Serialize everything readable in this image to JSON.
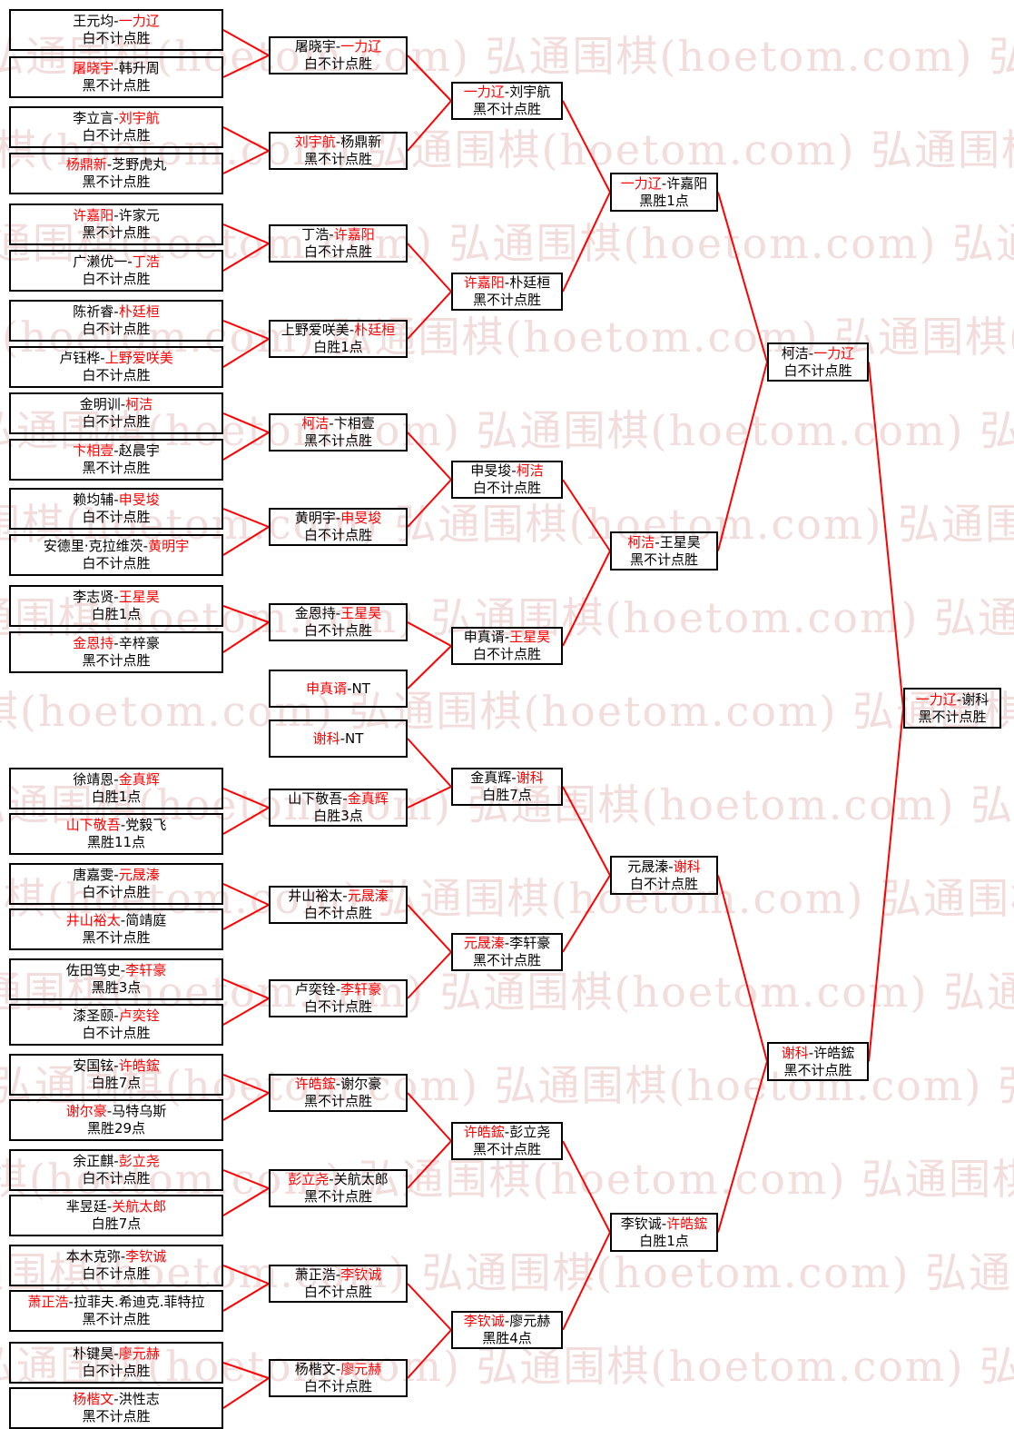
{
  "watermark": {
    "text": "弘通围棋(hoetom.com)"
  },
  "colors": {
    "background": "#ffffff",
    "text": "#000000",
    "border": "#000000",
    "line": "#ff0000",
    "highlight": "#ff0000",
    "watermark": "#f2dcdc"
  },
  "bracket": {
    "rounds": [
      {
        "name": "round-1",
        "matches": [
          {
            "p1": "王元均",
            "p2": "一力辽",
            "red": 2,
            "result": "白不计点胜",
            "src": []
          },
          {
            "p1": "屠晓宇",
            "p2": "韩升周",
            "red": 1,
            "result": "黑不计点胜",
            "src": []
          },
          {
            "p1": "李立言",
            "p2": "刘宇航",
            "red": 2,
            "result": "白不计点胜",
            "src": []
          },
          {
            "p1": "杨鼎新",
            "p2": "芝野虎丸",
            "red": 1,
            "result": "黑不计点胜",
            "src": []
          },
          {
            "p1": "许嘉阳",
            "p2": "许家元",
            "red": 1,
            "result": "黑不计点胜",
            "src": []
          },
          {
            "p1": "广濑优一",
            "p2": "丁浩",
            "red": 2,
            "result": "白不计点胜",
            "src": []
          },
          {
            "p1": "陈祈睿",
            "p2": "朴廷桓",
            "red": 2,
            "result": "白不计点胜",
            "src": []
          },
          {
            "p1": "卢钰桦",
            "p2": "上野爱咲美",
            "red": 2,
            "result": "白不计点胜",
            "src": []
          },
          {
            "p1": "金明训",
            "p2": "柯洁",
            "red": 2,
            "result": "白不计点胜",
            "src": []
          },
          {
            "p1": "卞相壹",
            "p2": "赵晨宇",
            "red": 1,
            "result": "黑不计点胜",
            "src": []
          },
          {
            "p1": "赖均辅",
            "p2": "申旻埈",
            "red": 2,
            "result": "白不计点胜",
            "src": []
          },
          {
            "p1": "安德里·克拉维茨",
            "p2": "黄明宇",
            "red": 2,
            "result": "白不计点胜",
            "src": []
          },
          {
            "p1": "李志贤",
            "p2": "王星昊",
            "red": 2,
            "result": "白胜1点",
            "src": []
          },
          {
            "p1": "金恩持",
            "p2": "辛梓豪",
            "red": 1,
            "result": "黑不计点胜",
            "src": []
          },
          {
            "p1": "徐靖恩",
            "p2": "金真辉",
            "red": 2,
            "result": "白胜1点",
            "src": []
          },
          {
            "p1": "山下敬吾",
            "p2": "党毅飞",
            "red": 1,
            "result": "黑胜11点",
            "src": []
          },
          {
            "p1": "唐嘉雯",
            "p2": "元晟溱",
            "red": 2,
            "result": "白不计点胜",
            "src": []
          },
          {
            "p1": "井山裕太",
            "p2": "简靖庭",
            "red": 1,
            "result": "黑不计点胜",
            "src": []
          },
          {
            "p1": "佐田笃史",
            "p2": "李轩豪",
            "red": 2,
            "result": "黑胜3点",
            "src": []
          },
          {
            "p1": "漆圣颐",
            "p2": "卢奕铨",
            "red": 2,
            "result": "白不计点胜",
            "src": []
          },
          {
            "p1": "安国铉",
            "p2": "许皓鋐",
            "red": 2,
            "result": "白胜7点",
            "src": []
          },
          {
            "p1": "谢尔豪",
            "p2": "马特乌斯",
            "red": 1,
            "result": "黑胜29点",
            "src": []
          },
          {
            "p1": "余正麒",
            "p2": "彭立尧",
            "red": 2,
            "result": "白不计点胜",
            "src": []
          },
          {
            "p1": "芈昱廷",
            "p2": "关航太郎",
            "red": 2,
            "result": "白胜7点",
            "src": []
          },
          {
            "p1": "本木克弥",
            "p2": "李钦诚",
            "red": 2,
            "result": "白不计点胜",
            "src": []
          },
          {
            "p1": "萧正浩",
            "p2": "拉菲夫.希迪克.菲特拉",
            "red": 1,
            "result": "黑不计点胜",
            "src": []
          },
          {
            "p1": "朴键昊",
            "p2": "廖元赫",
            "red": 2,
            "result": "白不计点胜",
            "src": []
          },
          {
            "p1": "杨楷文",
            "p2": "洪性志",
            "red": 1,
            "result": "黑不计点胜",
            "src": []
          }
        ]
      },
      {
        "name": "round-2",
        "matches": [
          {
            "p1": "屠晓宇",
            "p2": "一力辽",
            "red": 2,
            "result": "白不计点胜",
            "src": [
              0,
              1
            ]
          },
          {
            "p1": "刘宇航",
            "p2": "杨鼎新",
            "red": 1,
            "result": "黑不计点胜",
            "src": [
              2,
              3
            ]
          },
          {
            "p1": "丁浩",
            "p2": "许嘉阳",
            "red": 2,
            "result": "白不计点胜",
            "src": [
              4,
              5
            ]
          },
          {
            "p1": "上野爱咲美",
            "p2": "朴廷桓",
            "red": 2,
            "result": "白胜1点",
            "src": [
              6,
              7
            ]
          },
          {
            "p1": "柯洁",
            "p2": "卞相壹",
            "red": 1,
            "result": "黑不计点胜",
            "src": [
              8,
              9
            ]
          },
          {
            "p1": "黄明宇",
            "p2": "申旻埈",
            "red": 2,
            "result": "白不计点胜",
            "src": [
              10,
              11
            ]
          },
          {
            "p1": "金恩持",
            "p2": "王星昊",
            "red": 2,
            "result": "白不计点胜",
            "src": [
              12,
              13
            ]
          },
          {
            "p1": "申真谞",
            "p2": "NT",
            "red": 1,
            "result": "",
            "src": []
          },
          {
            "p1": "谢科",
            "p2": "NT",
            "red": 1,
            "result": "",
            "src": []
          },
          {
            "p1": "山下敬吾",
            "p2": "金真辉",
            "red": 2,
            "result": "白胜3点",
            "src": [
              14,
              15
            ]
          },
          {
            "p1": "井山裕太",
            "p2": "元晟溱",
            "red": 2,
            "result": "白不计点胜",
            "src": [
              16,
              17
            ]
          },
          {
            "p1": "卢奕铨",
            "p2": "李轩豪",
            "red": 2,
            "result": "白不计点胜",
            "src": [
              18,
              19
            ]
          },
          {
            "p1": "许皓鋐",
            "p2": "谢尔豪",
            "red": 1,
            "result": "黑不计点胜",
            "src": [
              20,
              21
            ]
          },
          {
            "p1": "彭立尧",
            "p2": "关航太郎",
            "red": 1,
            "result": "黑不计点胜",
            "src": [
              22,
              23
            ]
          },
          {
            "p1": "萧正浩",
            "p2": "李钦诚",
            "red": 2,
            "result": "白不计点胜",
            "src": [
              24,
              25
            ]
          },
          {
            "p1": "杨楷文",
            "p2": "廖元赫",
            "red": 2,
            "result": "白不计点胜",
            "src": [
              26,
              27
            ]
          }
        ]
      },
      {
        "name": "round-3",
        "matches": [
          {
            "p1": "一力辽",
            "p2": "刘宇航",
            "red": 1,
            "result": "黑不计点胜",
            "src": [
              0,
              1
            ]
          },
          {
            "p1": "许嘉阳",
            "p2": "朴廷桓",
            "red": 1,
            "result": "黑不计点胜",
            "src": [
              2,
              3
            ]
          },
          {
            "p1": "申旻埈",
            "p2": "柯洁",
            "red": 2,
            "result": "白不计点胜",
            "src": [
              4,
              5
            ]
          },
          {
            "p1": "申真谞",
            "p2": "王星昊",
            "red": 2,
            "result": "白不计点胜",
            "src": [
              6,
              7
            ]
          },
          {
            "p1": "金真辉",
            "p2": "谢科",
            "red": 2,
            "result": "白胜7点",
            "src": [
              8,
              9
            ]
          },
          {
            "p1": "元晟溱",
            "p2": "李轩豪",
            "red": 1,
            "result": "黑不计点胜",
            "src": [
              10,
              11
            ]
          },
          {
            "p1": "许皓鋐",
            "p2": "彭立尧",
            "red": 1,
            "result": "黑不计点胜",
            "src": [
              12,
              13
            ]
          },
          {
            "p1": "李钦诚",
            "p2": "廖元赫",
            "red": 1,
            "result": "黑胜4点",
            "src": [
              14,
              15
            ]
          }
        ]
      },
      {
        "name": "quarterfinals",
        "matches": [
          {
            "p1": "一力辽",
            "p2": "许嘉阳",
            "red": 1,
            "result": "黑胜1点",
            "src": [
              0,
              1
            ]
          },
          {
            "p1": "柯洁",
            "p2": "王星昊",
            "red": 1,
            "result": "黑不计点胜",
            "src": [
              2,
              3
            ]
          },
          {
            "p1": "元晟溱",
            "p2": "谢科",
            "red": 2,
            "result": "白不计点胜",
            "src": [
              4,
              5
            ]
          },
          {
            "p1": "李钦诚",
            "p2": "许皓鋐",
            "red": 2,
            "result": "白胜1点",
            "src": [
              6,
              7
            ]
          }
        ]
      },
      {
        "name": "semifinals",
        "matches": [
          {
            "p1": "柯洁",
            "p2": "一力辽",
            "red": 2,
            "result": "白不计点胜",
            "src": [
              0,
              1
            ]
          },
          {
            "p1": "谢科",
            "p2": "许皓鋐",
            "red": 1,
            "result": "黑不计点胜",
            "src": [
              2,
              3
            ]
          }
        ]
      },
      {
        "name": "final",
        "matches": [
          {
            "p1": "一力辽",
            "p2": "谢科",
            "red": 1,
            "result": "黑不计点胜",
            "src": [
              0,
              1
            ]
          }
        ]
      }
    ]
  }
}
